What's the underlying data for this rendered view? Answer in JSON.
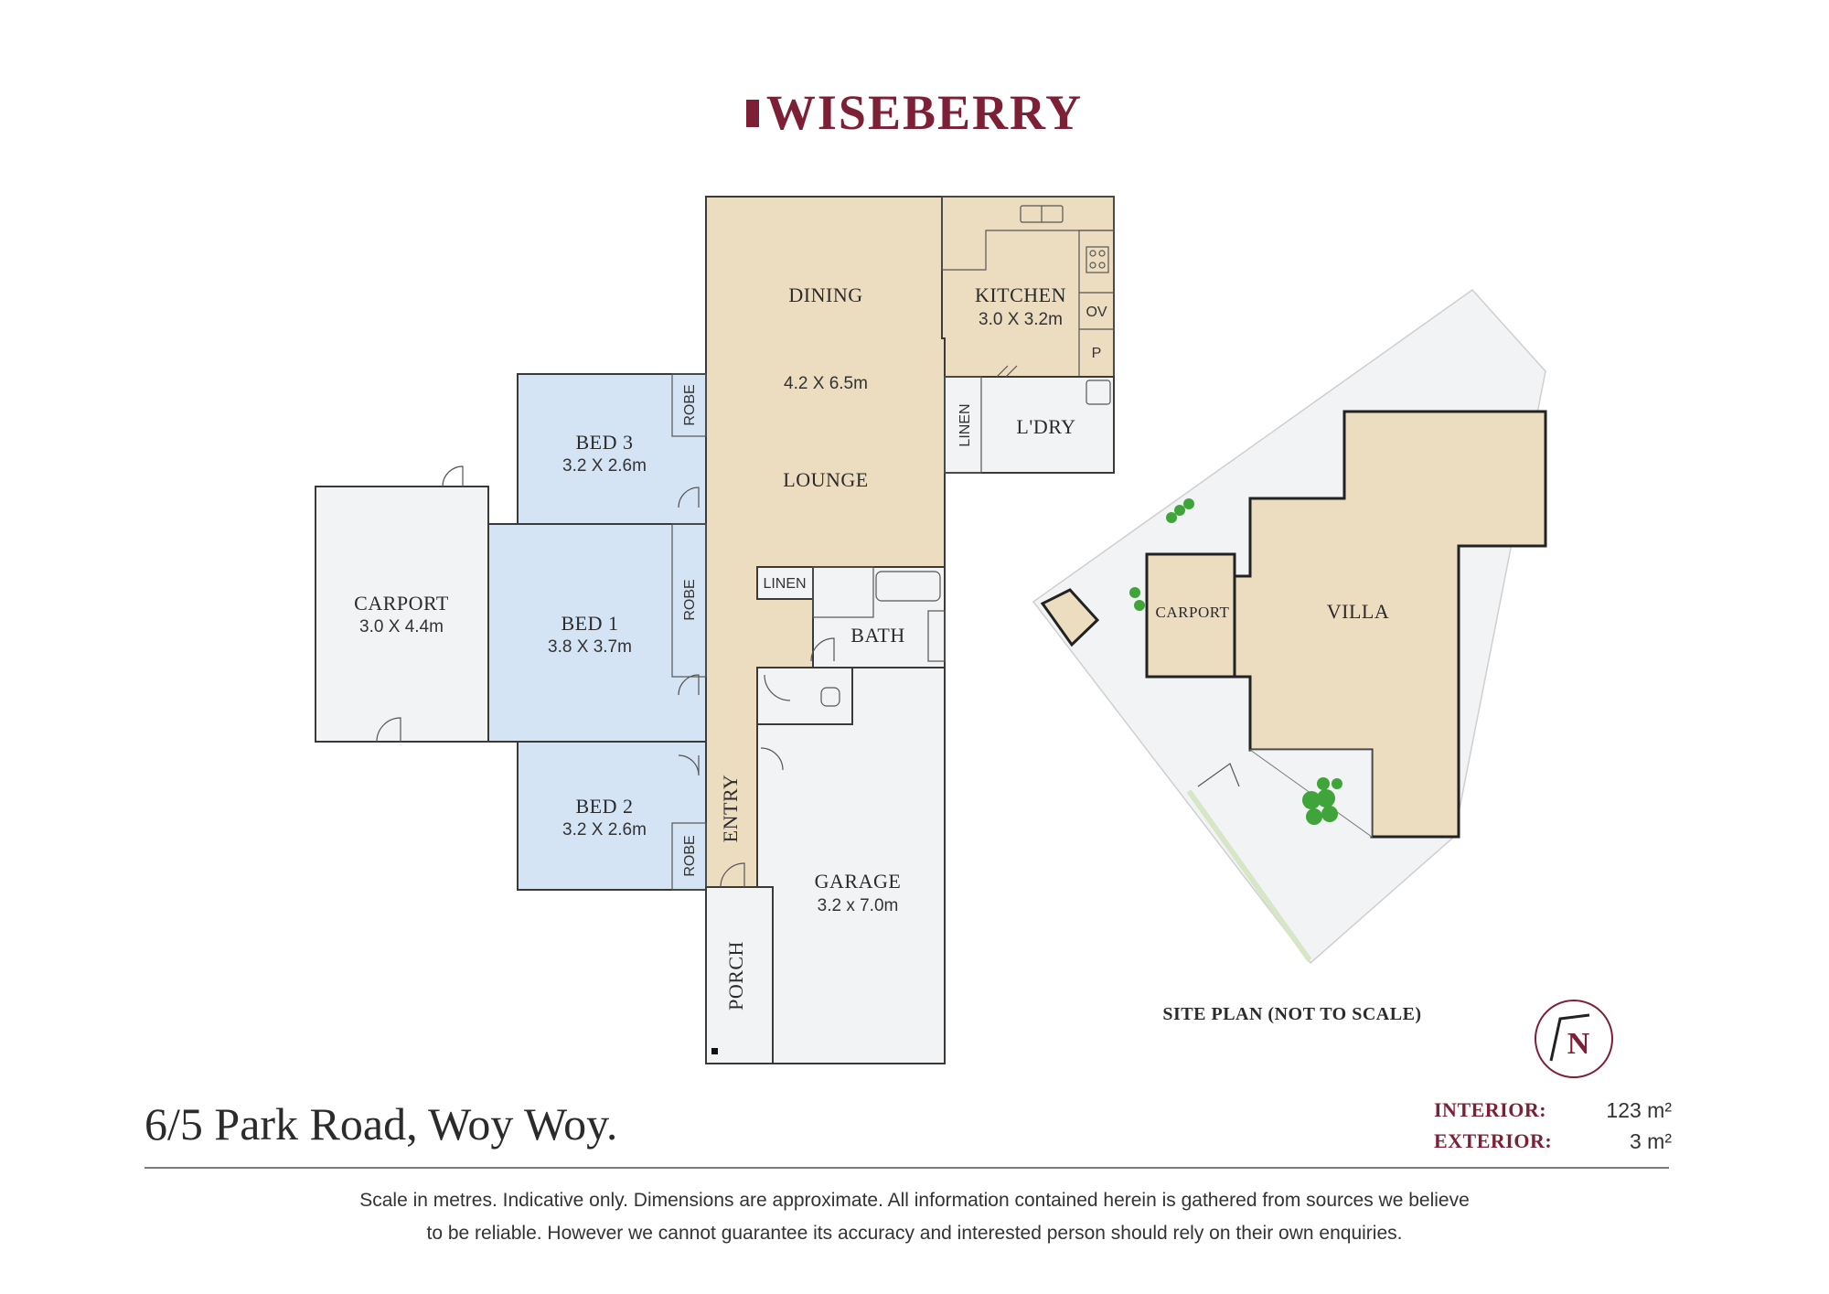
{
  "brand": {
    "name": "WISEBERRY",
    "color": "#7d1f35"
  },
  "property": {
    "address": "6/5 Park Road, Woy Woy."
  },
  "areas": [
    {
      "label": "INTERIOR:",
      "value": "123 m²"
    },
    {
      "label": "EXTERIOR:",
      "value": "3 m²"
    }
  ],
  "disclaimer": {
    "line1": "Scale in metres. Indicative only. Dimensions are approximate. All information contained herein is gathered from sources we believe",
    "line2": "to be reliable. However we cannot guarantee its accuracy and interested person should rely on their own enquiries."
  },
  "floor_plan": {
    "colors": {
      "living": "#ecdcc0",
      "bedroom": "#d4e4f4",
      "service": "#f2f3f5",
      "wall": "#3a3a3a"
    },
    "rooms": {
      "dining": {
        "name": "DINING"
      },
      "living": {
        "dimensions": "4.2 X 6.5m"
      },
      "lounge": {
        "name": "LOUNGE"
      },
      "kitchen": {
        "name": "KITCHEN",
        "dimensions": "3.0 X 3.2m"
      },
      "bed3": {
        "name": "BED 3",
        "dimensions": "3.2 X 2.6m"
      },
      "bed1": {
        "name": "BED 1",
        "dimensions": "3.8 X 3.7m"
      },
      "bed2": {
        "name": "BED 2",
        "dimensions": "3.2 X 2.6m"
      },
      "carport": {
        "name": "CARPORT",
        "dimensions": "3.0 X 4.4m"
      },
      "garage": {
        "name": "GARAGE",
        "dimensions": "3.2 x 7.0m"
      },
      "laundry": {
        "name": "L'DRY"
      },
      "bath": {
        "name": "BATH"
      },
      "entry": {
        "name": "ENTRY"
      },
      "porch": {
        "name": "PORCH"
      }
    },
    "labels": {
      "robe": "ROBE",
      "linen": "LINEN",
      "oven": "OV",
      "pantry": "P"
    }
  },
  "site_plan": {
    "title": "SITE PLAN (NOT TO SCALE)",
    "villa": "VILLA",
    "carport": "CARPORT",
    "north": "N"
  }
}
